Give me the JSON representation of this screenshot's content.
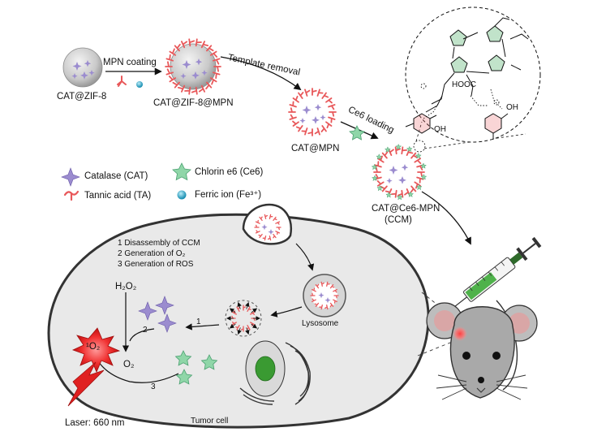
{
  "labels": {
    "cat_zif8": "CAT@ZIF-8",
    "mpn_coating": "MPN coating",
    "cat_zif8_mpn": "CAT@ZIF-8@MPN",
    "template_removal": "Template removal",
    "cat_mpn": "CAT@MPN",
    "ce6_loading": "Ce6 loading",
    "cat_ce6_mpn": "CAT@Ce6-MPN",
    "ccm": "(CCM)",
    "lysosome": "Lysosome",
    "tumor_cell": "Tumor cell",
    "laser": "Laser: 660 nm",
    "h2o2": "H₂O₂",
    "o2": "O₂",
    "singlet_o2": "¹O₂",
    "step_1": "1",
    "step_2": "2",
    "step_3": "3",
    "cooh": "HOOC",
    "oh_1": "OH",
    "oh_2": "OH"
  },
  "legend": [
    {
      "icon": "catalase-icon",
      "text": "Catalase (CAT)",
      "color": "#9b8ccf"
    },
    {
      "icon": "tannic-acid-icon",
      "text": "Tannic acid (TA)",
      "color": "#e8585a"
    },
    {
      "icon": "chlorin-e6-icon",
      "text": "Chlorin e6 (Ce6)",
      "color": "#8fd6a8"
    },
    {
      "icon": "ferric-ion-icon",
      "text": "Ferric ion (Fe³⁺)",
      "color": "#28a7c8"
    }
  ],
  "mechanism": [
    "1 Disassembly of CCM",
    "2 Generation of O₂",
    "3 Generation of ROS"
  ],
  "colors": {
    "tannic_red": "#e8585a",
    "catalase_purple": "#9b8ccf",
    "ce6_green": "#8fd6a8",
    "ferric_blue": "#28a7c8",
    "cell_fill": "#e9e9e9",
    "mouse_gray": "#a9a9a9",
    "laser_red": "#e02020"
  }
}
